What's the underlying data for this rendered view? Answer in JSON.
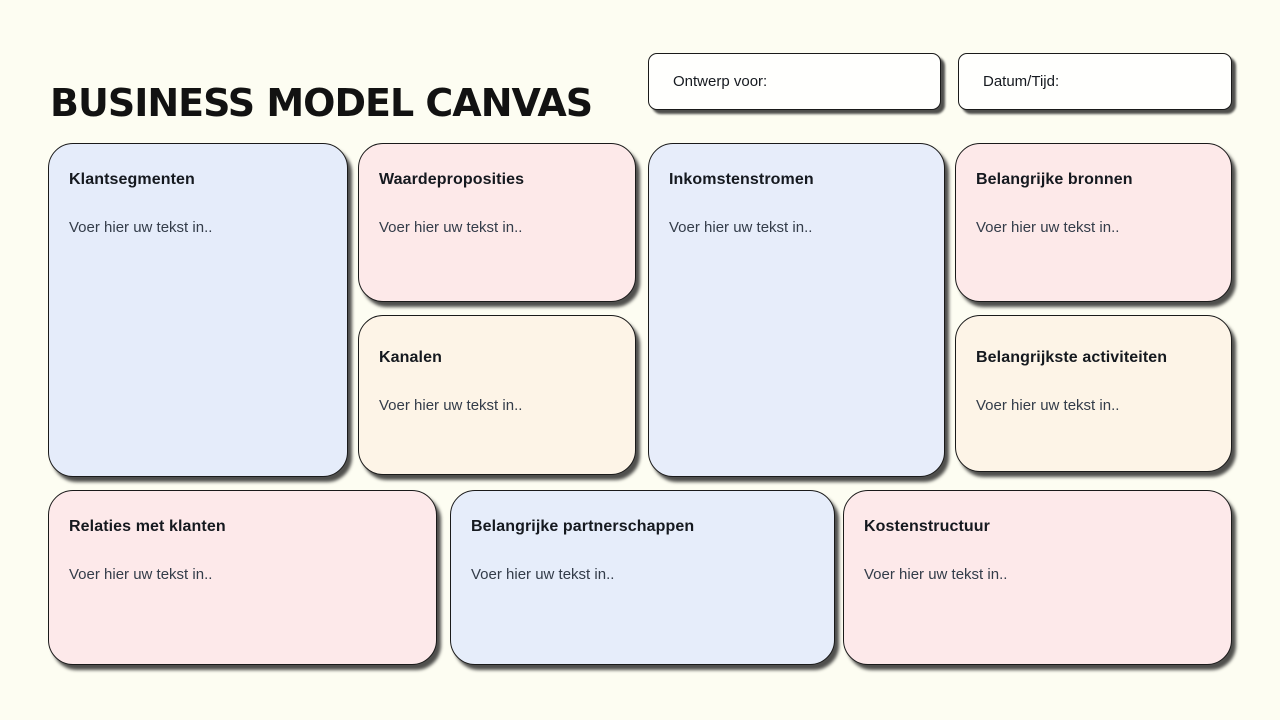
{
  "page": {
    "title": "BUSINESS MODEL CANVAS",
    "background_color": "#fdfdf2"
  },
  "header": {
    "fields": [
      {
        "label": "Ontwerp voor:"
      },
      {
        "label": "Datum/Tijd:"
      }
    ]
  },
  "placeholder_text": "Voer hier uw tekst in..",
  "colors": {
    "card_blue": "#e5ecfa",
    "card_pink": "#fde9e9",
    "card_cream": "#fdf4e7",
    "field_white": "#fffffd",
    "border": "#1a1a1a",
    "title_text": "#15191f",
    "body_text": "#333c49"
  },
  "cards": [
    {
      "title": "Klantsegmenten",
      "body": "Voer hier uw tekst in..",
      "color": "#e5ecfa"
    },
    {
      "title": "Waardeproposities",
      "body": "Voer hier uw tekst in..",
      "color": "#fde9e9"
    },
    {
      "title": "Inkomstenstromen",
      "body": "Voer hier uw tekst in..",
      "color": "#e7edfa"
    },
    {
      "title": "Belangrijke bronnen",
      "body": "Voer hier uw tekst in..",
      "color": "#fde9e9"
    },
    {
      "title": "Kanalen",
      "body": "Voer hier uw tekst in..",
      "color": "#fdf4e7"
    },
    {
      "title": "Belangrijkste activiteiten",
      "body": "Voer hier uw tekst in..",
      "color": "#fdf4e7"
    },
    {
      "title": "Relaties met klanten",
      "body": "Voer hier uw tekst in..",
      "color": "#fde9ea"
    },
    {
      "title": "Belangrijke partnerschappen",
      "body": "Voer hier uw tekst in..",
      "color": "#e6edfa"
    },
    {
      "title": "Kostenstructuur",
      "body": "Voer hier uw tekst in..",
      "color": "#fde9ea"
    }
  ]
}
